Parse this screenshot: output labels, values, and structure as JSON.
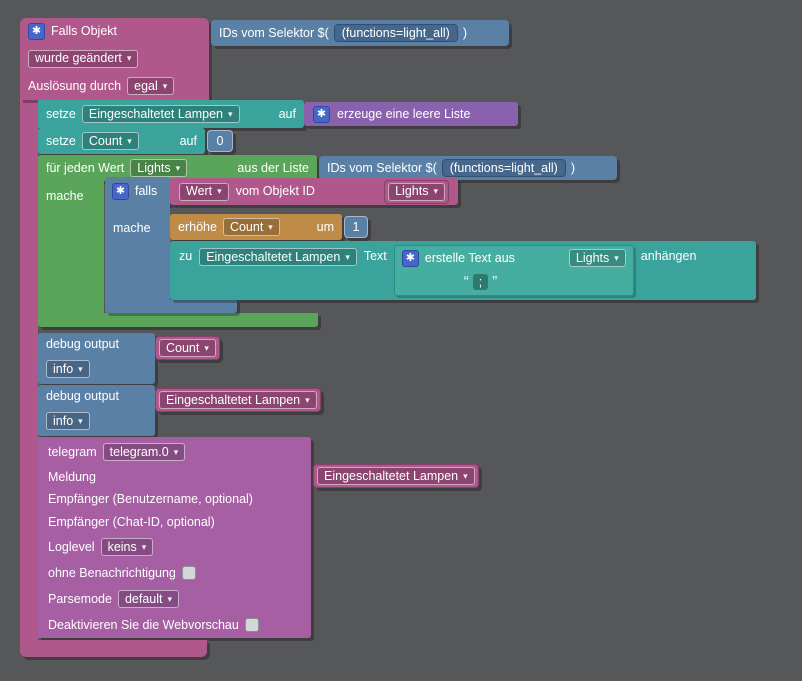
{
  "colors": {
    "canvas_background": "#565759",
    "trigger_pink": "#b0578c",
    "variable_pink": "#b0578c",
    "selector_blue": "#5b80a5",
    "logic_blue": "#5b80a5",
    "set_teal": "#3aa39b",
    "text_teal_inner": "#45aea0",
    "loop_green": "#5aa55a",
    "list_purple": "#8a61ad",
    "math_orange": "#bf8b46",
    "telegram_purple": "#a65fa3",
    "gear_icon_blue": "#4667c8"
  },
  "icons": {
    "gear": "✱",
    "dropdown_arrow": "▾",
    "quote_open": "“",
    "quote_close": "”"
  },
  "trigger": {
    "title": "Falls Objekt",
    "changed_dropdown": "wurde geändert",
    "ausloesung_label": "Auslösung durch",
    "ausloesung_dropdown": "egal",
    "selector": {
      "prefix": "IDs vom Selektor $(",
      "value": "(functions=light_all)",
      "suffix": ")"
    }
  },
  "set_lampen": {
    "keyword_set": "setze",
    "variable": "Eingeschaltetet Lampen",
    "keyword_to": "auf"
  },
  "empty_list": {
    "label": "erzeuge eine leere Liste"
  },
  "set_count": {
    "keyword_set": "setze",
    "variable": "Count",
    "keyword_to": "auf",
    "value": "0"
  },
  "foreach": {
    "keyword_for": "für jeden Wert",
    "variable": "Lights",
    "keyword_list": "aus der Liste",
    "keyword_do": "mache",
    "selector": {
      "prefix": "IDs vom Selektor $(",
      "value": "(functions=light_all)",
      "suffix": ")"
    }
  },
  "falls": {
    "keyword_if": "falls",
    "keyword_do": "mache",
    "condition": {
      "dropdown": "Wert",
      "label": "vom Objekt ID",
      "variable": "Lights"
    }
  },
  "increment": {
    "keyword": "erhöhe",
    "variable": "Count",
    "keyword_by": "um",
    "value": "1"
  },
  "append_text": {
    "keyword_to": "zu",
    "variable": "Eingeschaltetet Lampen",
    "keyword_text": "Text",
    "keyword_append": "anhängen",
    "create_text": {
      "label": "erstelle Text aus",
      "variable": "Lights",
      "delimiter": ";"
    }
  },
  "debug_count": {
    "label": "debug output",
    "variable": "Count",
    "level": "info"
  },
  "debug_lampen": {
    "label": "debug output",
    "variable": "Eingeschaltetet Lampen",
    "level": "info"
  },
  "telegram": {
    "label": "telegram",
    "instance": "telegram.0",
    "message_label": "Meldung",
    "message_variable": "Eingeschaltetet Lampen",
    "recipient_user_label": "Empfänger (Benutzername, optional)",
    "recipient_chat_label": "Empfänger (Chat-ID, optional)",
    "loglevel_label": "Loglevel",
    "loglevel_value": "keins",
    "silent_label": "ohne Benachrichtigung",
    "parsemode_label": "Parsemode",
    "parsemode_value": "default",
    "webpreview_label": "Deaktivieren Sie die Webvorschau"
  }
}
